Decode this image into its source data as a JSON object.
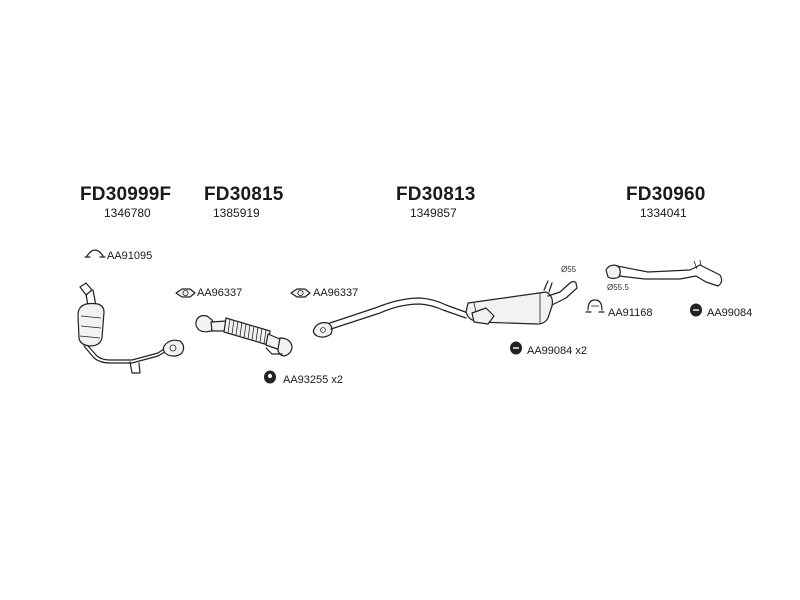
{
  "groups": [
    {
      "code": "FD30999F",
      "ref": "1346780"
    },
    {
      "code": "FD30815",
      "ref": "1385919"
    },
    {
      "code": "FD30813",
      "ref": "1349857"
    },
    {
      "code": "FD30960",
      "ref": "1334041"
    }
  ],
  "parts": {
    "clamp_front": "AA91095",
    "gasket_1": "AA96337",
    "gasket_2": "AA96337",
    "rubber_mount_front": "AA93255 x2",
    "rubber_mount_mid": "AA99084 x2",
    "clamp_rear": "AA91168",
    "rubber_mount_rear": "AA99084"
  },
  "dimensions": {
    "mid_pipe_diameter": "Ø55",
    "rear_pipe_diameter": "Ø55.5"
  }
}
